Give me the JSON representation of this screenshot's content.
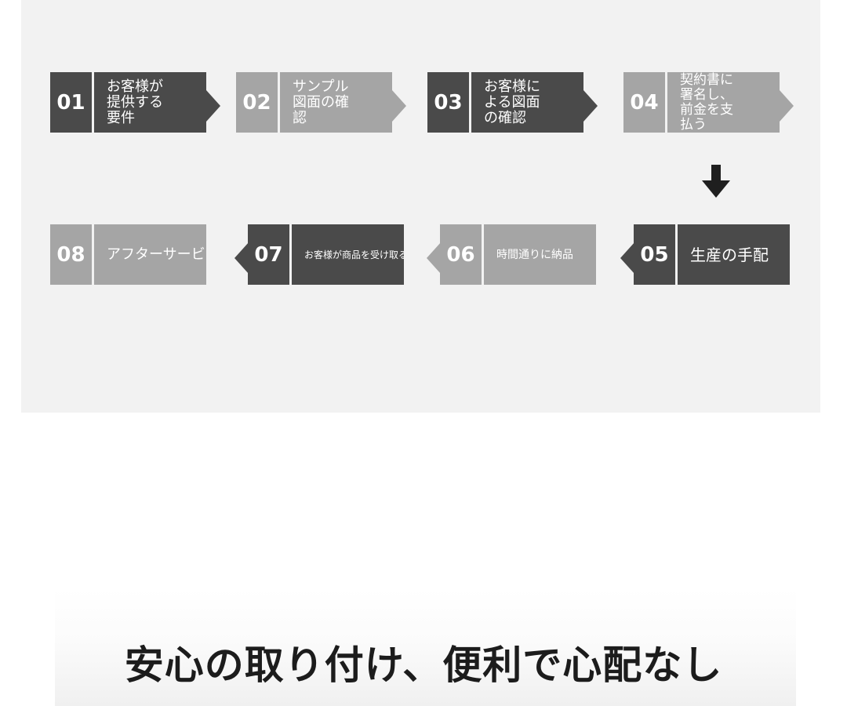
{
  "steps": [
    {
      "num": "01",
      "label": "お客様が\n提供する\n要件"
    },
    {
      "num": "02",
      "label": "サンプル\n図面の確\n認"
    },
    {
      "num": "03",
      "label": "お客様に\nよる図面\nの確認"
    },
    {
      "num": "04",
      "label": "契約書に\n署名し、\n前金を支\n払う"
    },
    {
      "num": "05",
      "label": "生産の手配"
    },
    {
      "num": "06",
      "label": "時間通りに納品"
    },
    {
      "num": "07",
      "label": "お客様が商品を受け取る"
    },
    {
      "num": "08",
      "label": "アフターサービ"
    }
  ],
  "headline": "安心の取り付け、便利で心配なし",
  "colors": {
    "dark": "#4a4a4a",
    "light": "#a5a5a5",
    "panel": "#f2f2f2"
  },
  "icons": {
    "flow_arrow": "down-arrow-icon"
  }
}
